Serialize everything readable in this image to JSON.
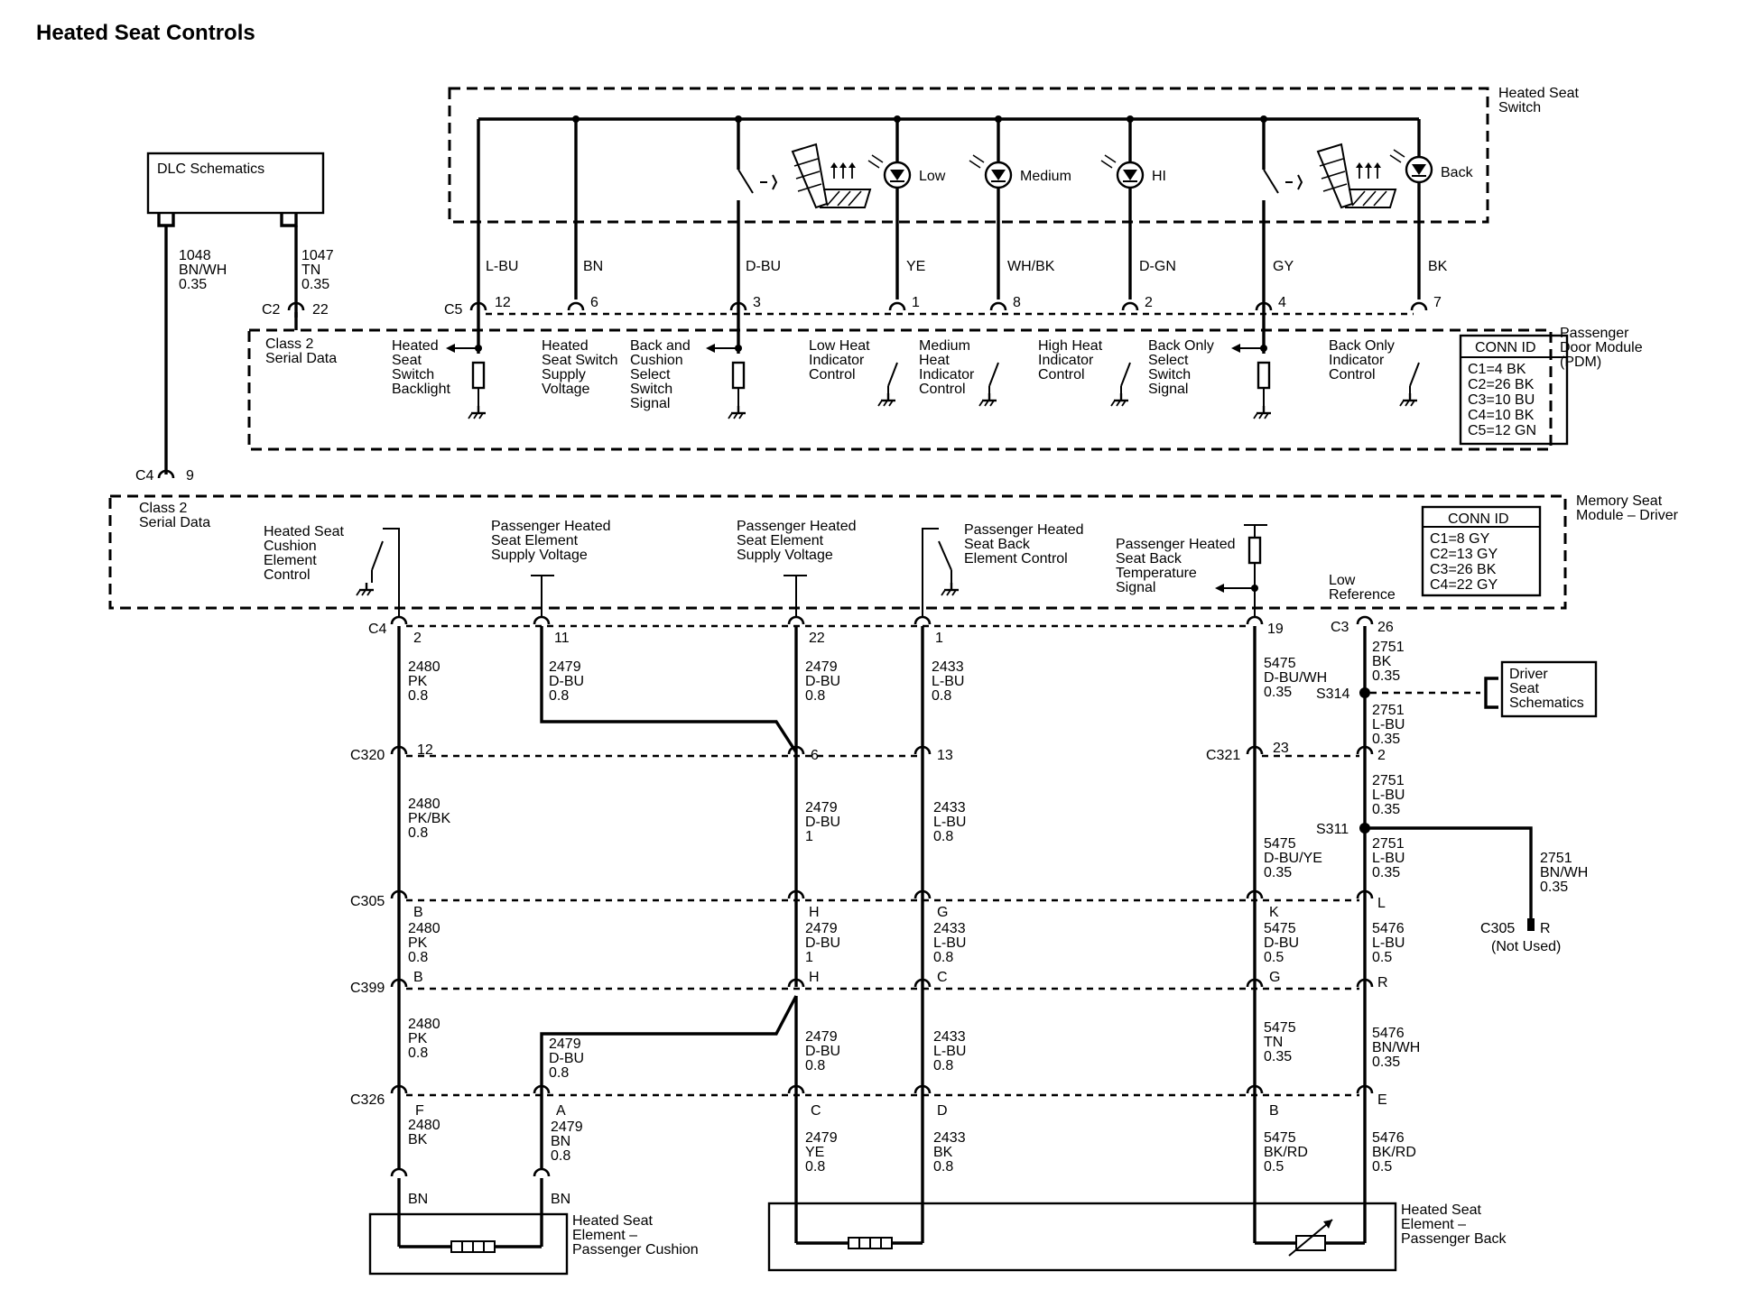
{
  "title": "Heated Seat Controls",
  "dlc": {
    "name": "DLC Schematics",
    "w1048": [
      "1048",
      "BN/WH",
      "0.35"
    ],
    "w1047": [
      "1047",
      "TN",
      "0.35"
    ]
  },
  "seat_switch": {
    "name": [
      "Heated Seat",
      "Switch"
    ],
    "low": "Low",
    "medium": "Medium",
    "hi": "HI",
    "back": "Back"
  },
  "pdm": {
    "name": [
      "Passenger",
      "Door Module",
      "(PDM)"
    ],
    "c2": "C2",
    "c2_pin": "22",
    "c5": "C5",
    "class2": [
      "Class 2",
      "Serial Data"
    ],
    "conn_title": "CONN ID",
    "conn": [
      "C1=4 BK",
      "C2=26 BK",
      "C3=10 BU",
      "C4=10 BK",
      "C5=12 GN"
    ],
    "wires": [
      {
        "color": "L-BU",
        "pin": "12"
      },
      {
        "color": "BN",
        "pin": "6"
      },
      {
        "color": "D-BU",
        "pin": "3"
      },
      {
        "color": "YE",
        "pin": "1"
      },
      {
        "color": "WH/BK",
        "pin": "8"
      },
      {
        "color": "D-GN",
        "pin": "2"
      },
      {
        "color": "GY",
        "pin": "4"
      },
      {
        "color": "BK",
        "pin": "7"
      }
    ],
    "functions": {
      "backlight": [
        "Heated",
        "Seat",
        "Switch",
        "Backlight"
      ],
      "supply": [
        "Heated",
        "Seat Switch",
        "Supply",
        "Voltage"
      ],
      "back_cushion": [
        "Back and",
        "Cushion",
        "Select",
        "Switch",
        "Signal"
      ],
      "low_heat": [
        "Low Heat",
        "Indicator",
        "Control"
      ],
      "med_heat": [
        "Medium",
        "Heat",
        "Indicator",
        "Control"
      ],
      "high_heat": [
        "High Heat",
        "Indicator",
        "Control"
      ],
      "back_only_sw": [
        "Back Only",
        "Select",
        "Switch",
        "Signal"
      ],
      "back_only_ind": [
        "Back Only",
        "Indicator",
        "Control"
      ]
    }
  },
  "msm": {
    "name": [
      "Memory Seat",
      "Module – Driver"
    ],
    "c4": "C4",
    "c4_pin": "9",
    "class2": [
      "Class 2",
      "Serial Data"
    ],
    "conn_title": "CONN ID",
    "conn": [
      "C1=8 GY",
      "C2=13 GY",
      "C3=26 BK",
      "C4=22 GY"
    ],
    "functions": {
      "cushion_ctrl": [
        "Heated Seat",
        "Cushion",
        "Element",
        "Control"
      ],
      "supply1": [
        "Passenger Heated",
        "Seat Element",
        "Supply Voltage"
      ],
      "supply2": [
        "Passenger Heated",
        "Seat Element",
        "Supply Voltage"
      ],
      "back_ctrl": [
        "Passenger Heated",
        "Seat Back",
        "Element Control"
      ],
      "temp_sig": [
        "Passenger Heated",
        "Seat Back",
        "Temperature",
        "Signal"
      ],
      "low_ref": [
        "Low",
        "Reference"
      ]
    }
  },
  "connectors": {
    "c4": "C4",
    "c3": "C3",
    "c320": "C320",
    "c321": "C321",
    "c305": "C305",
    "c399": "C399",
    "c326": "C326",
    "s314": "S314",
    "s311": "S311"
  },
  "pins": {
    "c4": [
      "2",
      "11",
      "22",
      "1",
      "19"
    ],
    "c3": "26",
    "c320": [
      "12",
      "6",
      "13"
    ],
    "c321": [
      "23",
      "2"
    ],
    "c305": [
      "B",
      "H",
      "G",
      "K",
      "L"
    ],
    "c399": [
      "B",
      "H",
      "C",
      "G",
      "R"
    ],
    "c326": [
      "F",
      "A",
      "C",
      "D",
      "B",
      "E"
    ]
  },
  "wire_labels": {
    "w2480a": [
      "2480",
      "PK",
      "0.8"
    ],
    "w2479a": [
      "2479",
      "D-BU",
      "0.8"
    ],
    "w2479b": [
      "2479",
      "D-BU",
      "0.8"
    ],
    "w2433a": [
      "2433",
      "L-BU",
      "0.8"
    ],
    "w5475a": [
      "5475",
      "D-BU/WH",
      "0.35"
    ],
    "w2751a": [
      "2751",
      "BK",
      "0.35"
    ],
    "w2751b": [
      "2751",
      "L-BU",
      "0.35"
    ],
    "w2480b": [
      "2480",
      "PK/BK",
      "0.8"
    ],
    "w2479c": [
      "2479",
      "D-BU",
      "1"
    ],
    "w2433b": [
      "2433",
      "L-BU",
      "0.8"
    ],
    "w2751c": [
      "2751",
      "L-BU",
      "0.35"
    ],
    "w5475b": [
      "5475",
      "D-BU/YE",
      "0.35"
    ],
    "w2751d": [
      "2751",
      "L-BU",
      "0.35"
    ],
    "w2751e": [
      "2751",
      "BN/WH",
      "0.35"
    ],
    "w2480c": [
      "2480",
      "PK",
      "0.8"
    ],
    "w2479d": [
      "2479",
      "D-BU",
      "1"
    ],
    "w2433c": [
      "2433",
      "L-BU",
      "0.8"
    ],
    "w5475c": [
      "5475",
      "D-BU",
      "0.5"
    ],
    "w5476a": [
      "5476",
      "L-BU",
      "0.5"
    ],
    "w2480d": [
      "2480",
      "PK",
      "0.8"
    ],
    "w2479e": [
      "2479",
      "D-BU",
      "0.8"
    ],
    "w2479f": [
      "2479",
      "D-BU",
      "0.8"
    ],
    "w2433d": [
      "2433",
      "L-BU",
      "0.8"
    ],
    "w5475d": [
      "5475",
      "TN",
      "0.35"
    ],
    "w5476b": [
      "5476",
      "BN/WH",
      "0.35"
    ],
    "w2480e": [
      "2480",
      "BK"
    ],
    "w2479g": [
      "2479",
      "BN",
      "0.8"
    ],
    "w2479h": [
      "2479",
      "YE",
      "0.8"
    ],
    "w2433e": [
      "2433",
      "BK",
      "0.8"
    ],
    "w5475e": [
      "5475",
      "BK/RD",
      "0.5"
    ],
    "w5476c": [
      "5476",
      "BK/RD",
      "0.5"
    ]
  },
  "c305r": {
    "conn": "C305",
    "pin": "R",
    "note": "(Not Used)"
  },
  "driver_seat": [
    "Driver",
    "Seat",
    "Schematics"
  ],
  "elements": {
    "bn": "BN",
    "cushion": [
      "Heated Seat",
      "Element –",
      "Passenger Cushion"
    ],
    "back": [
      "Heated Seat",
      "Element –",
      "Passenger Back"
    ]
  }
}
